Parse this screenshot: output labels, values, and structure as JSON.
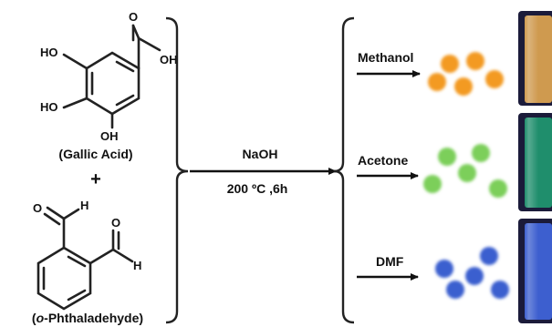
{
  "reactants": {
    "gallic_acid": {
      "name": "(Gallic Acid)",
      "atoms": {
        "ho_top": "HO",
        "ho_mid": "HO",
        "oh_bottom": "OH",
        "oh_acid": "OH",
        "o_carbonyl": "O"
      }
    },
    "plus": "+",
    "phthalaldehyde": {
      "name_prefix": "(",
      "name_italic": "o",
      "name_rest": "-Phthaladehyde)",
      "atoms": {
        "o1": "O",
        "h1": "H",
        "o2": "O",
        "h2": "H"
      }
    }
  },
  "conditions": {
    "reagent": "NaOH",
    "temperature_time": "200 ºC ,6h"
  },
  "solvents": [
    {
      "name": "Methanol",
      "dot_color": "#f39a21",
      "vial_color": "#cf9a4f"
    },
    {
      "name": "Acetone",
      "dot_color": "#7ccf5a",
      "vial_color": "#1f8e6c"
    },
    {
      "name": "DMF",
      "dot_color": "#3a5fcf",
      "vial_color": "#3d5fcf"
    }
  ]
}
